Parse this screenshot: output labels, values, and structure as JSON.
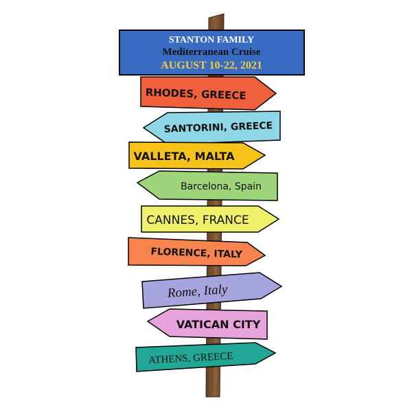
{
  "header": {
    "line1": "STANTON FAMILY",
    "line2": "Mediterranean Cruise",
    "line3": "AUGUST 10-22, 2021",
    "bg": "#3a6bc2",
    "line1_color": "#ffffff",
    "line2_color": "#111111",
    "line3_color": "#f0cf3a"
  },
  "signs": [
    {
      "label": "RHODES, GREECE",
      "color": "#f0603c",
      "direction": "right"
    },
    {
      "label": "SANTORINI, GREECE",
      "color": "#8fd6e6",
      "direction": "left"
    },
    {
      "label": "VALLETA, MALTA",
      "color": "#f7c318",
      "direction": "right"
    },
    {
      "label": "Barcelona, Spain",
      "color": "#9ed57a",
      "direction": "left"
    },
    {
      "label": "CANNES, FRANCE",
      "color": "#eef06a",
      "direction": "right"
    },
    {
      "label": "FLORENCE, ITALY",
      "color": "#f7844e",
      "direction": "right"
    },
    {
      "label": "Rome, Italy",
      "color": "#a6a4dd",
      "direction": "right"
    },
    {
      "label": "VATICAN CITY",
      "color": "#e7a3dc",
      "direction": "left"
    },
    {
      "label": "ATHENS, GREECE",
      "color": "#22a796",
      "direction": "right"
    }
  ],
  "post_color": "#7a5230"
}
